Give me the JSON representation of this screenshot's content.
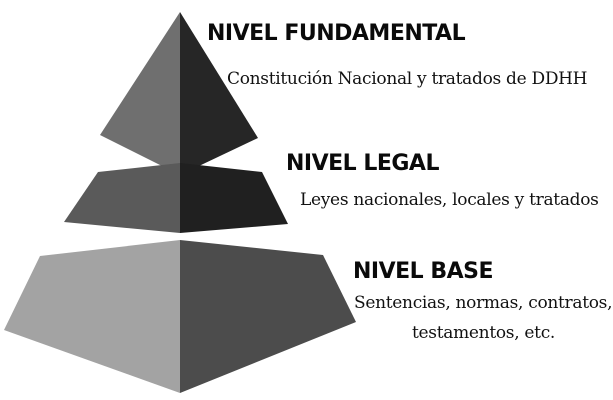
{
  "levels": [
    {
      "title": "NIVEL FUNDAMENTAL",
      "description_lines": [
        "Constitución Nacional y tratados de DDHH"
      ]
    },
    {
      "title": "NIVEL LEGAL",
      "description_lines": [
        "Leyes nacionales, locales y tratados"
      ]
    },
    {
      "title": "NIVEL BASE",
      "description_lines": [
        "Sentencias, normas, contratos,",
        "testamentos, etc."
      ]
    }
  ],
  "colors": {
    "top_face_light": "#6f6f6f",
    "top_face_dark": "#262626",
    "middle_face_light": "#5a5a5a",
    "middle_face_dark": "#202020",
    "base_face_light": "#a3a3a3",
    "base_face_dark": "#4c4c4c",
    "text": "#0a0a0a"
  }
}
